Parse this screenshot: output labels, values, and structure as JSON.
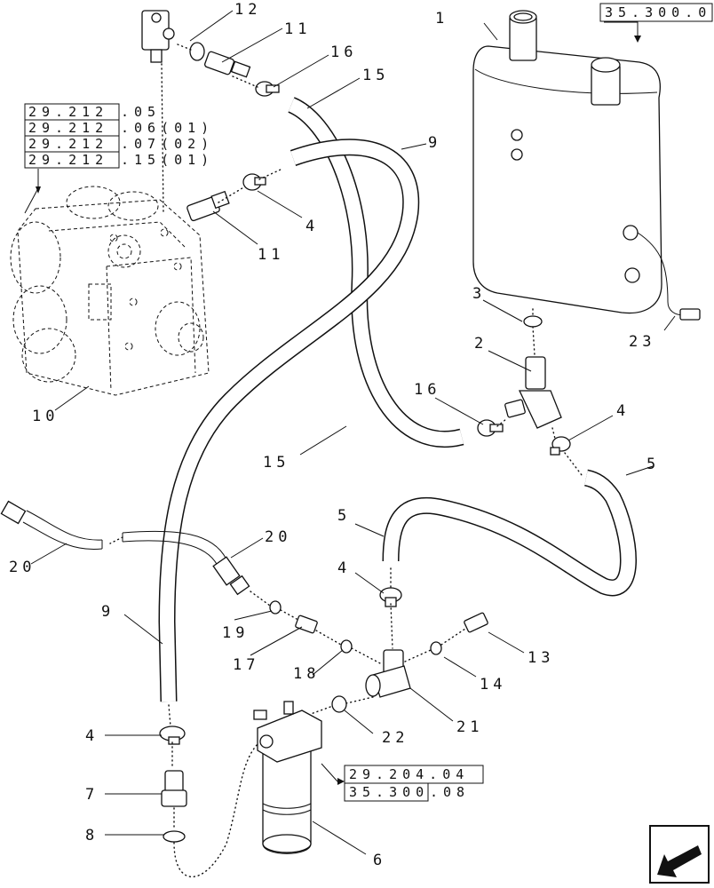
{
  "callouts": {
    "c1": "1",
    "c2": "2",
    "c3": "3",
    "c4a": "4",
    "c4b": "4",
    "c4c": "4",
    "c4d": "4",
    "c5a": "5",
    "c5b": "5",
    "c6": "6",
    "c7": "7",
    "c8": "8",
    "c9a": "9",
    "c9b": "9",
    "c10": "10",
    "c11a": "11",
    "c11b": "11",
    "c12": "12",
    "c13": "13",
    "c14": "14",
    "c15a": "15",
    "c15b": "15",
    "c16a": "16",
    "c16b": "16",
    "c17": "17",
    "c18": "18",
    "c19": "19",
    "c20a": "20",
    "c20b": "20",
    "c21": "21",
    "c22": "22",
    "c23": "23"
  },
  "references": {
    "pump_refs": [
      {
        "code": "29.212",
        "suffix": ".05"
      },
      {
        "code": "29.212",
        "suffix": ".06(01)"
      },
      {
        "code": "29.212",
        "suffix": ".07(02)"
      },
      {
        "code": "29.212",
        "suffix": ".15(01)"
      }
    ],
    "tank_ref": {
      "code": "35.300.0",
      "suffix": ""
    },
    "filter_refs": [
      {
        "code": "29.204.04",
        "suffix": ""
      },
      {
        "code": "35.300",
        "suffix": ".08"
      }
    ]
  },
  "icons": {
    "orientation": "direction-arrow-icon"
  }
}
